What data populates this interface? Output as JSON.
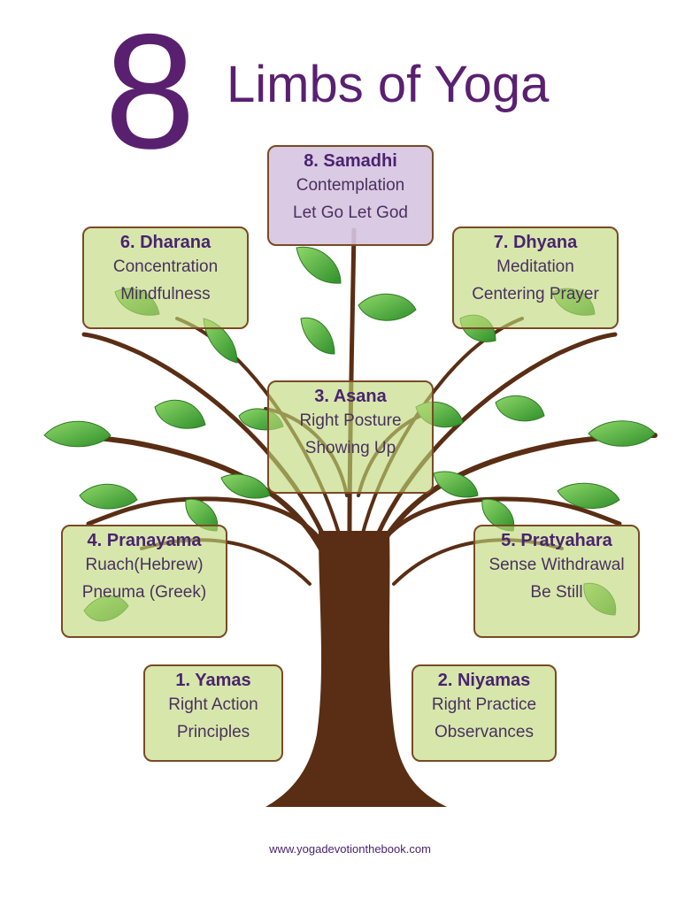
{
  "header": {
    "number": "8",
    "title": "Limbs of Yoga"
  },
  "limbs": {
    "samadhi": {
      "name": "8. Samadhi",
      "lines": [
        "Contemplation",
        "Let Go Let God"
      ]
    },
    "dharana": {
      "name": "6. Dharana",
      "lines": [
        "Concentration",
        "Mindfulness"
      ]
    },
    "dhyana": {
      "name": "7. Dhyana",
      "lines": [
        "Meditation",
        "Centering Prayer"
      ]
    },
    "asana": {
      "name": "3. Asana",
      "lines": [
        "Right Posture",
        "Showing Up"
      ]
    },
    "pranayama": {
      "name": "4. Pranayama",
      "lines": [
        "Ruach(Hebrew)",
        "Pneuma (Greek)"
      ]
    },
    "pratyahara": {
      "name": "5. Pratyahara",
      "lines": [
        "Sense Withdrawal",
        "Be Still"
      ]
    },
    "yamas": {
      "name": "1. Yamas",
      "lines": [
        "Right Action",
        "Principles"
      ]
    },
    "niyamas": {
      "name": "2. Niyamas",
      "lines": [
        "Right Practice",
        "Observances"
      ]
    }
  },
  "footer": {
    "url": "www.yogadevotionthebook.com"
  },
  "colors": {
    "title": "#5a2070",
    "box_green": "#bed878",
    "box_purple": "#d6c4e0",
    "box_border": "#7a4a25",
    "trunk": "#5a2e14",
    "leaf": "#4fae3a"
  }
}
